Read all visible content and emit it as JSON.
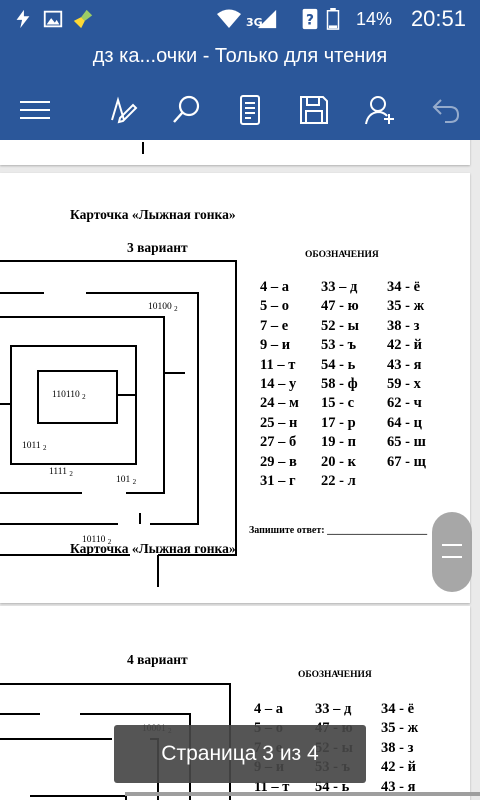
{
  "status_bar": {
    "time": "20:51",
    "battery_percent": "14%",
    "network": "3G",
    "icons": [
      "flash-icon",
      "image-icon",
      "broom-icon",
      "wifi-icon",
      "signal-icon",
      "battery-icon"
    ]
  },
  "app": {
    "title": "дз ка...очки - Только для чтения",
    "brand_color": "#2b579a"
  },
  "toolbar": {
    "buttons": [
      "menu-icon",
      "pen-icon",
      "search-icon",
      "mobile-view-icon",
      "save-icon",
      "share-person-icon",
      "undo-icon"
    ]
  },
  "document": {
    "page_top": {
      "heading": "Карточка «Лыжная гонка»",
      "variant": "3 вариант",
      "legend_title": "ОБОЗНАЧЕНИЯ",
      "legend_rows": [
        [
          "4 – а",
          "33 – д",
          "34 - ё"
        ],
        [
          "5 – о",
          "47 - ю",
          "35 - ж"
        ],
        [
          "7 – е",
          "52 - ы",
          "38 - з"
        ],
        [
          "9 – и",
          "53 - ъ",
          "42 - й"
        ],
        [
          "11 – т",
          "54 - ь",
          "43 - я"
        ],
        [
          "14 – у",
          "58 - ф",
          "59 - х"
        ],
        [
          "24 – м",
          "15 - с",
          "62 - ч"
        ],
        [
          "25 – н",
          "17 - р",
          "64 - ц"
        ],
        [
          "27 – б",
          "19 - п",
          "65 - ш"
        ],
        [
          "29 – в",
          "20 - к",
          "67 - щ"
        ],
        [
          "31 – г",
          "22 - л",
          ""
        ]
      ],
      "answer_prompt": "Запишите ответ: ____________________",
      "maze_labels": [
        {
          "num": "10100",
          "base": "2"
        },
        {
          "num": "110110",
          "base": "2"
        },
        {
          "num": "1011",
          "base": "2"
        },
        {
          "num": "1111",
          "base": "2"
        },
        {
          "num": "101",
          "base": "2"
        },
        {
          "num": "10110",
          "base": "2"
        }
      ],
      "overflow_heading": "Карточка «Лыжная гонка»"
    },
    "page_bottom": {
      "variant": "4 вариант",
      "legend_title": "ОБОЗНАЧЕНИЯ",
      "legend_rows": [
        [
          "4 – а",
          "33 – д",
          "34 - ё"
        ],
        [
          "5 – о",
          "47 - ю",
          "35 - ж"
        ],
        [
          "7 – е",
          "52 - ы",
          "38 - з"
        ],
        [
          "9 – и",
          "53 - ъ",
          "42 - й"
        ],
        [
          "11 – т",
          "54 - ь",
          "43 - я"
        ]
      ],
      "maze_labels": [
        {
          "num": "10001",
          "base": "2"
        }
      ]
    }
  },
  "toast": {
    "text": "Страница 3 из 4"
  }
}
